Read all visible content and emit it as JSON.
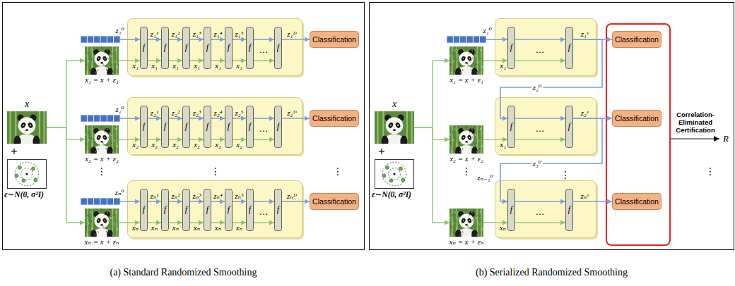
{
  "diagram": {
    "nodes": [
      {
        "text": [
          "(a) Standard Randomized Smoothing"
        ]
      },
      {
        "text": [
          "x"
        ],
        "in": 0
      },
      {
        "text": [
          "ε∼N(0, σ²I)"
        ],
        "in": 0
      },
      {
        "text": [
          "z₁⁰"
        ],
        "in": 0
      },
      {
        "text": [
          "x₁ = x + ε₁"
        ],
        "in": 0
      },
      {
        "text": [
          "…"
        ],
        "in": 0
      },
      {
        "text": [
          "f"
        ],
        "in": 5
      },
      {
        "text": [
          "f"
        ],
        "in": 5
      },
      {
        "text": [
          "f"
        ],
        "in": 5
      },
      {
        "text": [
          "f"
        ],
        "in": 5
      },
      {
        "text": [
          "f"
        ],
        "in": 5
      },
      {
        "text": [
          "f"
        ],
        "in": 5
      },
      {
        "text": [
          "f"
        ],
        "in": 5
      },
      {
        "text": [
          "Classification"
        ],
        "in": 0
      },
      {
        "text": [
          "z₂⁰"
        ],
        "in": 0
      },
      {
        "text": [
          "x₂ = x + ε₂"
        ],
        "in": 0
      },
      {
        "text": [
          "…"
        ],
        "in": 0
      },
      {
        "text": [
          "f"
        ],
        "in": 16
      },
      {
        "text": [
          "f"
        ],
        "in": 16
      },
      {
        "text": [
          "f"
        ],
        "in": 16
      },
      {
        "text": [
          "f"
        ],
        "in": 16
      },
      {
        "text": [
          "f"
        ],
        "in": 16
      },
      {
        "text": [
          "f"
        ],
        "in": 16
      },
      {
        "text": [
          "f"
        ],
        "in": 16
      },
      {
        "text": [
          "Classification"
        ],
        "in": 0
      },
      {
        "text": [
          "zₙ⁰"
        ],
        "in": 0
      },
      {
        "text": [
          "xₙ = x + εₙ"
        ],
        "in": 0
      },
      {
        "text": [
          "…"
        ],
        "in": 0
      },
      {
        "text": [
          "f"
        ],
        "in": 27
      },
      {
        "text": [
          "f"
        ],
        "in": 27
      },
      {
        "text": [
          "f"
        ],
        "in": 27
      },
      {
        "text": [
          "f"
        ],
        "in": 27
      },
      {
        "text": [
          "f"
        ],
        "in": 27
      },
      {
        "text": [
          "f"
        ],
        "in": 27
      },
      {
        "text": [
          "f"
        ],
        "in": 27
      },
      {
        "text": [
          "Classification"
        ],
        "in": 0
      },
      {
        "text": [
          "(b) Serialized Randomized Smoothing"
        ]
      },
      {
        "text": [
          "x"
        ],
        "in": 36
      },
      {
        "text": [
          "ε∼N(0, σ²I)"
        ],
        "in": 36
      },
      {
        "text": [
          "z₁⁰"
        ],
        "in": 36
      },
      {
        "text": [
          "x₁ = x + ε₁"
        ],
        "in": 36
      },
      {
        "text": [
          "…"
        ],
        "in": 36
      },
      {
        "text": [
          "f"
        ],
        "in": 41
      },
      {
        "text": [
          "f"
        ],
        "in": 41
      },
      {
        "text": [
          "Classification"
        ],
        "in": 36
      },
      {
        "text": [
          "x₂ = x + ε₂"
        ],
        "in": 36
      },
      {
        "text": [
          "…"
        ],
        "in": 36
      },
      {
        "text": [
          "f"
        ],
        "in": 46
      },
      {
        "text": [
          "f"
        ],
        "in": 46
      },
      {
        "text": [
          "Classification"
        ],
        "in": 36
      },
      {
        "text": [
          "xₙ = x + εₙ"
        ],
        "in": 36
      },
      {
        "text": [
          "…"
        ],
        "in": 36
      },
      {
        "text": [
          "f"
        ],
        "in": 51
      },
      {
        "text": [
          "f"
        ],
        "in": 51
      },
      {
        "text": [
          "Classification"
        ],
        "in": 36
      }
    ],
    "edges": [
      {
        "from": 1,
        "to": 4,
        "arrow": "to"
      },
      {
        "from": 1,
        "to": 15,
        "arrow": "to"
      },
      {
        "from": 1,
        "to": 26,
        "arrow": "to"
      },
      {
        "from": 3,
        "to": 6,
        "arrow": "to"
      },
      {
        "from": 4,
        "to": 6,
        "arrow": "to",
        "label": "x₁"
      },
      {
        "from": 6,
        "to": 7,
        "arrow": "to",
        "label": "z₁¹"
      },
      {
        "from": 6,
        "to": 7,
        "arrow": "to",
        "label": "x₁"
      },
      {
        "from": 7,
        "to": 8,
        "arrow": "to",
        "label": "z₁²"
      },
      {
        "from": 7,
        "to": 8,
        "arrow": "to",
        "label": "x₁"
      },
      {
        "from": 8,
        "to": 9,
        "arrow": "to",
        "label": "z₁³"
      },
      {
        "from": 8,
        "to": 9,
        "arrow": "to",
        "label": "x₁"
      },
      {
        "from": 9,
        "to": 10,
        "arrow": "to",
        "label": "z₁⁴"
      },
      {
        "from": 9,
        "to": 10,
        "arrow": "to",
        "label": "x₁"
      },
      {
        "from": 10,
        "to": 11,
        "arrow": "to",
        "label": "z₁⁵"
      },
      {
        "from": 10,
        "to": 11,
        "arrow": "to",
        "label": "x₁"
      },
      {
        "from": 11,
        "to": 12,
        "arrow": "to"
      },
      {
        "from": 11,
        "to": 12,
        "arrow": "to"
      },
      {
        "from": 12,
        "to": 13,
        "arrow": "to",
        "label": "z₁ᴰ"
      },
      {
        "from": 14,
        "to": 17,
        "arrow": "to"
      },
      {
        "from": 15,
        "to": 17,
        "arrow": "to",
        "label": "x₂"
      },
      {
        "from": 17,
        "to": 18,
        "arrow": "to",
        "label": "z₂¹"
      },
      {
        "from": 17,
        "to": 18,
        "arrow": "to",
        "label": "x₂"
      },
      {
        "from": 18,
        "to": 19,
        "arrow": "to",
        "label": "z₂²"
      },
      {
        "from": 18,
        "to": 19,
        "arrow": "to",
        "label": "x₂"
      },
      {
        "from": 19,
        "to": 20,
        "arrow": "to",
        "label": "z₂³"
      },
      {
        "from": 19,
        "to": 20,
        "arrow": "to",
        "label": "x₂"
      },
      {
        "from": 20,
        "to": 21,
        "arrow": "to",
        "label": "z₂⁴"
      },
      {
        "from": 20,
        "to": 21,
        "arrow": "to",
        "label": "x₂"
      },
      {
        "from": 21,
        "to": 22,
        "arrow": "to",
        "label": "z₂⁵"
      },
      {
        "from": 21,
        "to": 22,
        "arrow": "to",
        "label": "x₂"
      },
      {
        "from": 22,
        "to": 23,
        "arrow": "to"
      },
      {
        "from": 22,
        "to": 23,
        "arrow": "to"
      },
      {
        "from": 23,
        "to": 24,
        "arrow": "to",
        "label": "z₂ᴰ"
      },
      {
        "from": 25,
        "to": 28,
        "arrow": "to"
      },
      {
        "from": 26,
        "to": 28,
        "arrow": "to",
        "label": "xₙ"
      },
      {
        "from": 28,
        "to": 29,
        "arrow": "to",
        "label": "zₙ¹"
      },
      {
        "from": 28,
        "to": 29,
        "arrow": "to",
        "label": "xₙ"
      },
      {
        "from": 29,
        "to": 30,
        "arrow": "to",
        "label": "zₙ²"
      },
      {
        "from": 29,
        "to": 30,
        "arrow": "to",
        "label": "xₙ"
      },
      {
        "from": 30,
        "to": 31,
        "arrow": "to",
        "label": "zₙ³"
      },
      {
        "from": 30,
        "to": 31,
        "arrow": "to",
        "label": "xₙ"
      },
      {
        "from": 31,
        "to": 32,
        "arrow": "to",
        "label": "zₙ⁴"
      },
      {
        "from": 31,
        "to": 32,
        "arrow": "to",
        "label": "xₙ"
      },
      {
        "from": 32,
        "to": 33,
        "arrow": "to",
        "label": "zₙ⁵"
      },
      {
        "from": 32,
        "to": 33,
        "arrow": "to",
        "label": "xₙ"
      },
      {
        "from": 33,
        "to": 34,
        "arrow": "to"
      },
      {
        "from": 33,
        "to": 34,
        "arrow": "to"
      },
      {
        "from": 34,
        "to": 35,
        "arrow": "to",
        "label": "zₙᴰ"
      },
      {
        "from": 37,
        "to": 40,
        "arrow": "to"
      },
      {
        "from": 37,
        "to": 45,
        "arrow": "to"
      },
      {
        "from": 37,
        "to": 50,
        "arrow": "to"
      },
      {
        "from": 39,
        "to": 42,
        "arrow": "to"
      },
      {
        "from": 40,
        "to": 42,
        "arrow": "to",
        "label": "x₁"
      },
      {
        "from": 42,
        "to": 43,
        "arrow": "to"
      },
      {
        "from": 42,
        "to": 43,
        "arrow": "to"
      },
      {
        "from": 43,
        "to": 44,
        "arrow": "to",
        "label": "z₁ˢ"
      },
      {
        "from": 43,
        "to": 47,
        "arrow": "to",
        "label": "z₂⁰"
      },
      {
        "from": 45,
        "to": 47,
        "arrow": "to",
        "label": "x₁"
      },
      {
        "from": 47,
        "to": 48,
        "arrow": "to"
      },
      {
        "from": 47,
        "to": 48,
        "arrow": "to"
      },
      {
        "from": 48,
        "to": 49,
        "arrow": "to",
        "label": "z₂ˢ"
      },
      {
        "from": 48,
        "to": 52,
        "arrow": "to",
        "label": "zₙ₋₁⁰"
      },
      {
        "from": 50,
        "to": 52,
        "arrow": "to",
        "label": "xₙ"
      },
      {
        "from": 52,
        "to": 53,
        "arrow": "to"
      },
      {
        "from": 52,
        "to": 53,
        "arrow": "to"
      },
      {
        "from": 53,
        "to": 54,
        "arrow": "to",
        "label": "zₙˢ"
      }
    ],
    "labels": [
      "+",
      "⋮",
      "⋮",
      "⋮",
      "+",
      "⋮",
      "⋮",
      "⋮",
      "z₃⁰",
      "Correlation-Eliminated Certification",
      "R"
    ]
  }
}
